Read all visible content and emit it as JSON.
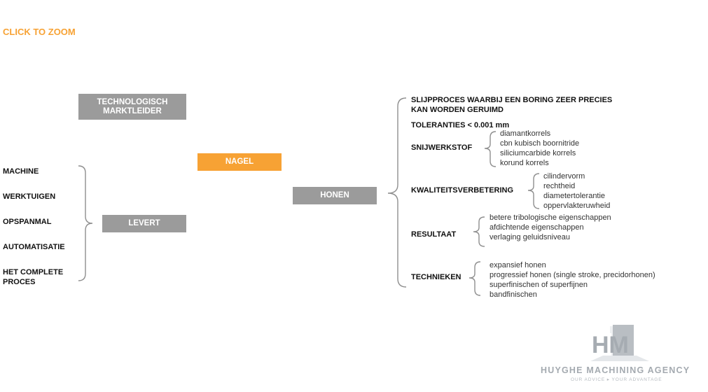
{
  "zoom_label": "CLICK TO ZOOM",
  "nodes": {
    "leader": "TECHNOLOGISCH\nMARKTLEIDER",
    "nagel": "NAGEL",
    "levert": "LEVERT",
    "honen": "HONEN"
  },
  "supplies": [
    "MACHINE",
    "WERKTUIGEN",
    "OPSPANMAL",
    "AUTOMATISATIE",
    "HET COMPLETE\nPROCES"
  ],
  "honen_info": {
    "definition": "SLIJPPROCES WAARBIJ EEN BORING ZEER PRECIES\nKAN WORDEN GERUIMD",
    "tolerance": "TOLERANTIES < 0.001 mm",
    "snijwerkstof": {
      "label": "SNIJWERKSTOF",
      "items": [
        "diamantkorrels",
        "cbn kubisch boornitride",
        "siliciumcarbide korrels",
        "korund korrels"
      ]
    },
    "kwaliteit": {
      "label": "KWALITEITSVERBETERING",
      "items": [
        "cilindervorm",
        "rechtheid",
        "diametertolerantie",
        "oppervlakteruwheid"
      ]
    },
    "resultaat": {
      "label": "RESULTAAT",
      "items": [
        "betere tribologische eigenschappen",
        "afdichtende eigenschappen",
        "verlaging geluidsniveau"
      ]
    },
    "technieken": {
      "label": "TECHNIEKEN",
      "items": [
        "expansief honen",
        "progressief honen (single stroke, precidorhonen)",
        "superfinischen of superfijnen",
        "bandfinischen"
      ]
    }
  },
  "logo": {
    "letters": "HM",
    "brand": "HUYGHE MACHINING AGENCY",
    "tagline": "OUR ADVICE ▸ YOUR ADVANTAGE"
  },
  "colors": {
    "accent": "#f7a234",
    "node_grey": "#9b9b9b",
    "brace": "#8f8f8f"
  }
}
